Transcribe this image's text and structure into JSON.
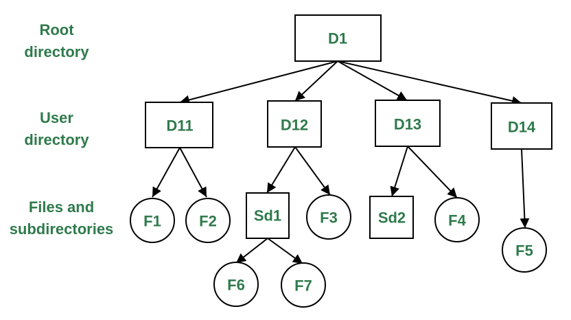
{
  "levels": {
    "root": [
      "Root",
      "directory"
    ],
    "user": [
      "User",
      "directory"
    ],
    "files": [
      "Files and",
      "subdirectories"
    ]
  },
  "nodes": {
    "D1": "D1",
    "D11": "D11",
    "D12": "D12",
    "D13": "D13",
    "D14": "D14",
    "Sd1": "Sd1",
    "Sd2": "Sd2",
    "F1": "F1",
    "F2": "F2",
    "F3": "F3",
    "F4": "F4",
    "F5": "F5",
    "F6": "F6",
    "F7": "F7"
  },
  "colors": {
    "text": "#2f7a4c",
    "stroke": "#000000"
  }
}
